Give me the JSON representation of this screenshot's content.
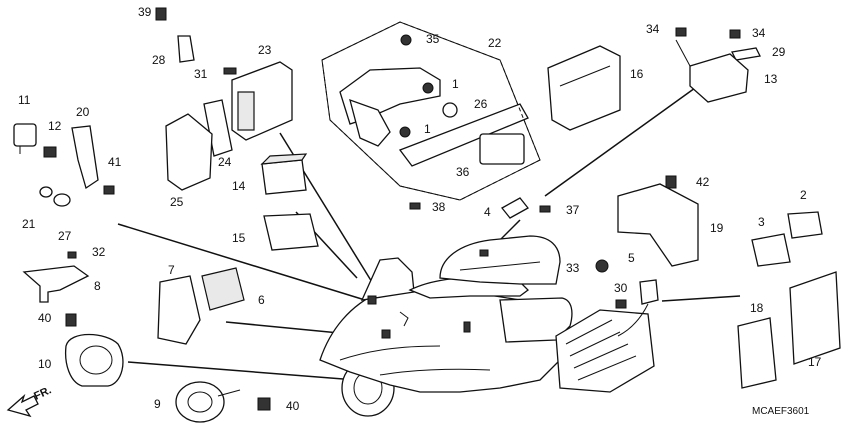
{
  "diagram": {
    "code": "MCAEF3601",
    "direction_label": "FR.",
    "callouts": [
      "39",
      "28",
      "23",
      "31",
      "35",
      "22",
      "1",
      "26",
      "1",
      "34",
      "34",
      "29",
      "16",
      "13",
      "11",
      "12",
      "20",
      "41",
      "21",
      "27",
      "24",
      "25",
      "14",
      "36",
      "38",
      "4",
      "37",
      "42",
      "2",
      "19",
      "15",
      "32",
      "8",
      "7",
      "6",
      "33",
      "5",
      "30",
      "3",
      "40",
      "10",
      "18",
      "17",
      "9",
      "40"
    ]
  }
}
